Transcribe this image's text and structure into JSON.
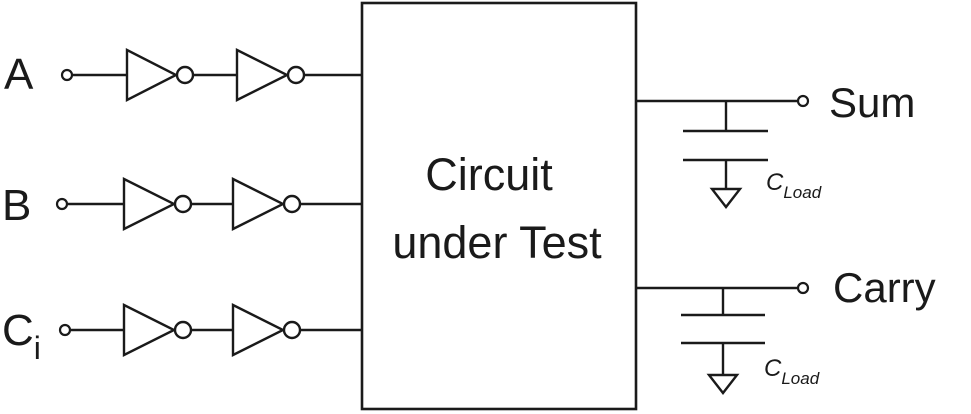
{
  "inputs": [
    {
      "label": "A",
      "sub": ""
    },
    {
      "label": "B",
      "sub": ""
    },
    {
      "label": "C",
      "sub": "i"
    }
  ],
  "block": {
    "line1": "Circuit",
    "line2": "under Test"
  },
  "outputs": [
    {
      "label": "Sum",
      "cap_label": "C",
      "cap_sub": "Load"
    },
    {
      "label": "Carry",
      "cap_label": "C",
      "cap_sub": "Load"
    }
  ]
}
